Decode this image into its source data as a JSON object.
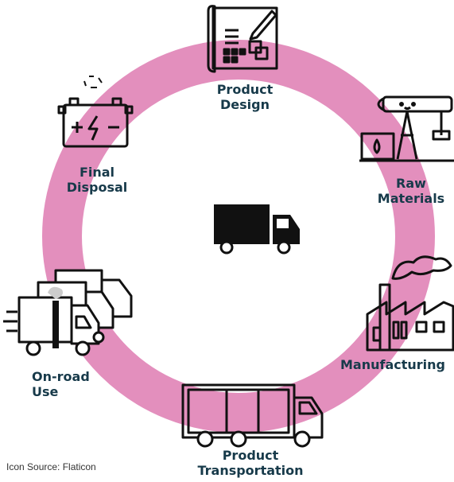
{
  "colors": {
    "ring": "#e38fbd",
    "label": "#173a4a",
    "icon_stroke": "#111111"
  },
  "diagram": {
    "center_icon": "truck-icon",
    "stages": [
      {
        "id": "product-design",
        "icon": "blueprint-design-icon",
        "line1": "Product",
        "line2": "Design"
      },
      {
        "id": "raw-materials",
        "icon": "oil-pump-icon",
        "line1": "Raw",
        "line2": "Materials"
      },
      {
        "id": "manufacturing",
        "icon": "factory-icon",
        "line1": "Manufacturing",
        "line2": ""
      },
      {
        "id": "product-transportation",
        "icon": "box-truck-icon",
        "line1": "Product",
        "line2": "Transportation"
      },
      {
        "id": "on-road-use",
        "icon": "moving-trucks-icon",
        "line1": "On-road",
        "line2": "Use"
      },
      {
        "id": "final-disposal",
        "icon": "battery-recycle-icon",
        "line1": "Final",
        "line2": "Disposal"
      }
    ]
  },
  "footer": {
    "source": "Icon Source: Flaticon"
  }
}
